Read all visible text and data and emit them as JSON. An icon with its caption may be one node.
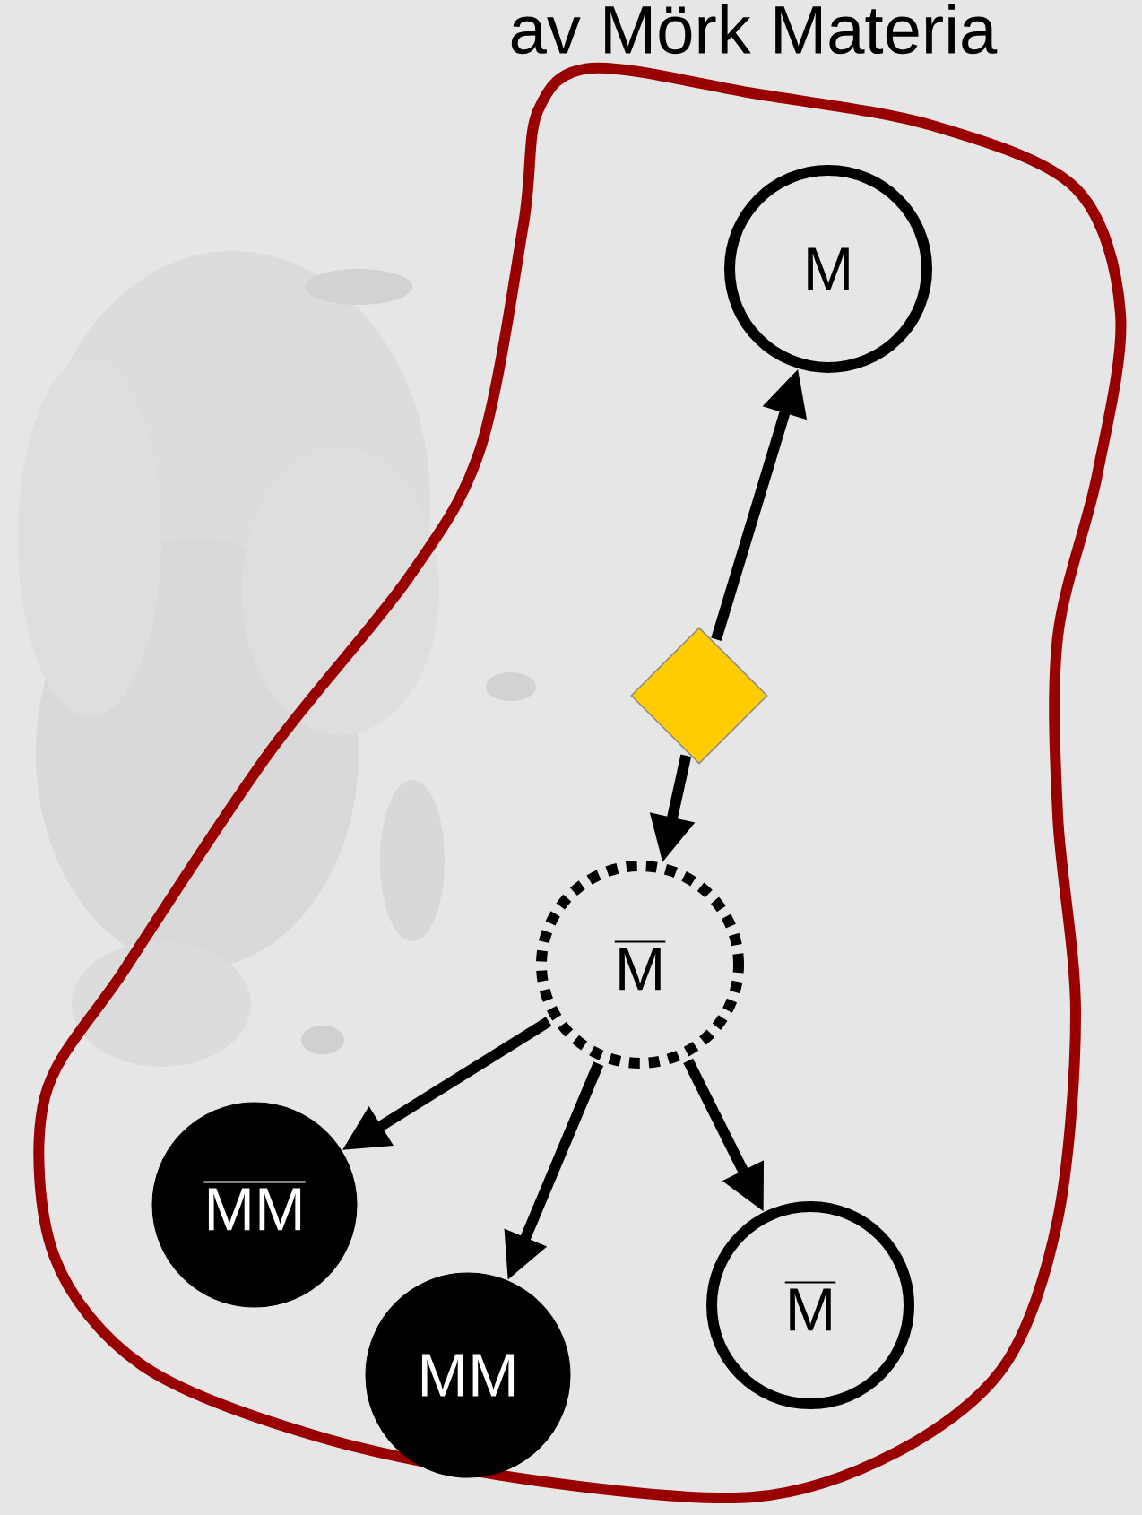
{
  "diagram": {
    "nodes": [
      {
        "text": [],
        "shape": "outline"
      },
      {
        "text": [
          "M"
        ],
        "in": 0
      },
      {
        "text": [],
        "shape": "diamond",
        "in": 0
      },
      {
        "text": [
          "\\overline{\\text{M}}"
        ],
        "in": 0
      },
      {
        "text": [
          "\\overline{\\text{MM}}"
        ],
        "in": 0
      },
      {
        "text": [
          "MM"
        ],
        "in": 0
      },
      {
        "text": [
          "\\overline{\\text{M}}"
        ],
        "in": 0
      }
    ],
    "edges": [
      {
        "from": 2,
        "to": 1,
        "arrow": "to"
      },
      {
        "from": 2,
        "to": 3,
        "arrow": "to"
      },
      {
        "from": 3,
        "to": 4,
        "arrow": "to"
      },
      {
        "from": 3,
        "to": 5,
        "arrow": "to"
      },
      {
        "from": 3,
        "to": 6,
        "arrow": "to"
      }
    ],
    "labels": [
      "av Mörk Materia"
    ]
  }
}
